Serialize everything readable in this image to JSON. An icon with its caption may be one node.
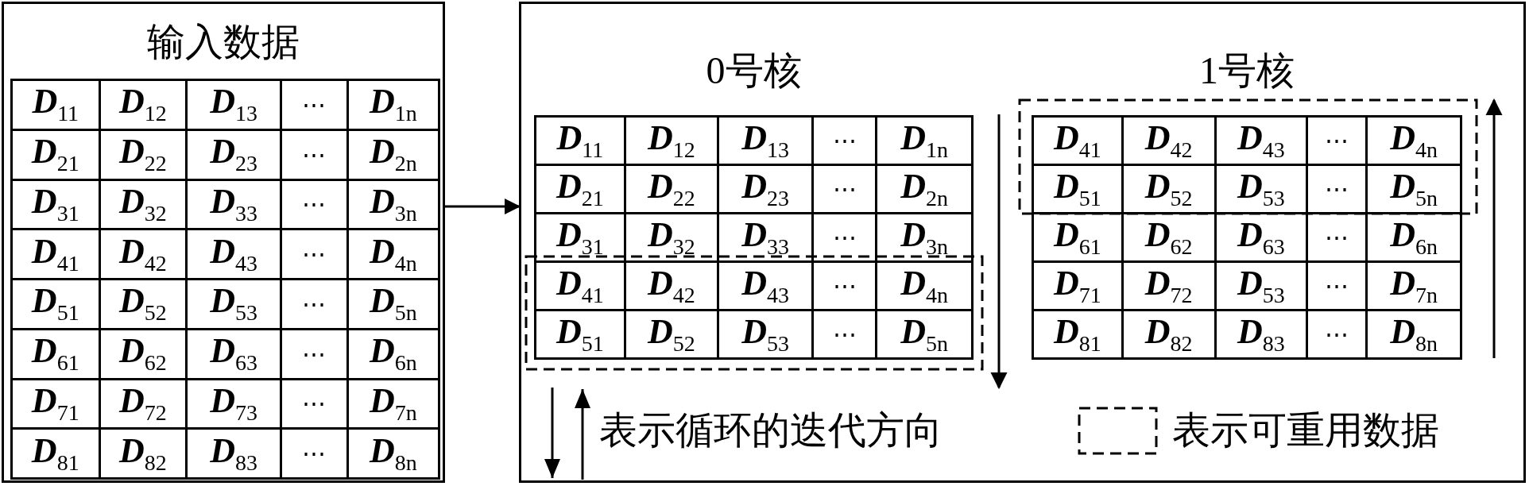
{
  "diagram": {
    "nodes": [
      {
        "text": [
          "输入数据"
        ]
      },
      {
        "text": [],
        "shape": "box"
      },
      {
        "text": [
          "0号核"
        ],
        "in": 1
      },
      {
        "text": [
          "1号核"
        ],
        "in": 1
      }
    ],
    "edges": [
      {
        "from": 0,
        "to": 1,
        "arrow": "to"
      }
    ],
    "labels": [
      "D$_{11}$",
      "D$_{12}$",
      "D$_{13}$",
      "⋯",
      "D$_{1n}$",
      "D$_{21}$",
      "D$_{22}$",
      "D$_{23}$",
      "⋯",
      "D$_{2n}$",
      "D$_{31}$",
      "D$_{32}$",
      "D$_{33}$",
      "⋯",
      "D$_{3n}$",
      "D$_{41}$",
      "D$_{42}$",
      "D$_{43}$",
      "⋯",
      "D$_{4n}$",
      "D$_{51}$",
      "D$_{52}$",
      "D$_{53}$",
      "⋯",
      "D$_{5n}$",
      "D$_{61}$",
      "D$_{62}$",
      "D$_{63}$",
      "⋯",
      "D$_{6n}$",
      "D$_{71}$",
      "D$_{72}$",
      "D$_{73}$",
      "⋯",
      "D$_{7n}$",
      "D$_{81}$",
      "D$_{82}$",
      "D$_{83}$",
      "⋯",
      "D$_{8n}$",
      "D$_{11}$",
      "D$_{12}$",
      "D$_{13}$",
      "⋯",
      "D$_{1n}$",
      "D$_{21}$",
      "D$_{22}$",
      "D$_{23}$",
      "⋯",
      "D$_{2n}$",
      "D$_{31}$",
      "D$_{32}$",
      "D$_{33}$",
      "⋯",
      "D$_{3n}$",
      "D$_{41}$",
      "D$_{42}$",
      "D$_{43}$",
      "⋯",
      "D$_{4n}$",
      "D$_{51}$",
      "D$_{52}$",
      "D$_{53}$",
      "⋯",
      "D$_{5n}$",
      "D$_{41}$",
      "D$_{42}$",
      "D$_{43}$",
      "⋯",
      "D$_{4n}$",
      "D$_{51}$",
      "D$_{52}$",
      "D$_{53}$",
      "⋯",
      "D$_{5n}$",
      "D$_{61}$",
      "D$_{62}$",
      "D$_{63}$",
      "⋯",
      "D$_{6n}$",
      "D$_{71}$",
      "D$_{72}$",
      "D$_{53}$",
      "⋯",
      "D$_{7n}$",
      "D$_{81}$",
      "D$_{82}$",
      "D$_{83}$",
      "⋯",
      "D$_{8n}$"
    ],
    "legend": [
      {
        "text": "表示循环的迭代方向"
      },
      {
        "text": "表示可重用数据"
      }
    ]
  }
}
